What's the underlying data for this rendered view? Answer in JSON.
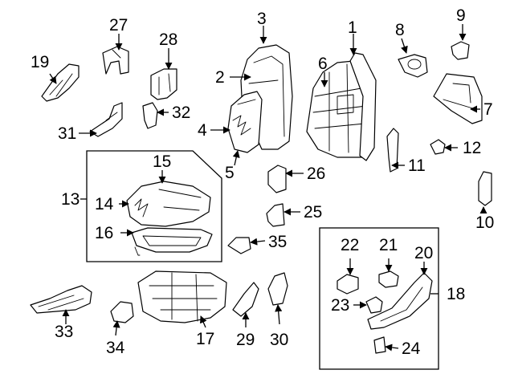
{
  "callouts": {
    "c1": "1",
    "c2": "2",
    "c3": "3",
    "c4": "4",
    "c5": "5",
    "c6": "6",
    "c7": "7",
    "c8": "8",
    "c9": "9",
    "c10": "10",
    "c11": "11",
    "c12": "12",
    "c13": "13",
    "c14": "14",
    "c15": "15",
    "c16": "16",
    "c17": "17",
    "c18": "18",
    "c19": "19",
    "c20": "20",
    "c21": "21",
    "c22": "22",
    "c23": "23",
    "c24": "24",
    "c25": "25",
    "c26": "26",
    "c27": "27",
    "c28": "28",
    "c29": "29",
    "c30": "30",
    "c31": "31",
    "c32": "32",
    "c33": "33",
    "c34": "34",
    "c35": "35"
  },
  "colors": {
    "line": "#000000",
    "background": "#ffffff"
  }
}
